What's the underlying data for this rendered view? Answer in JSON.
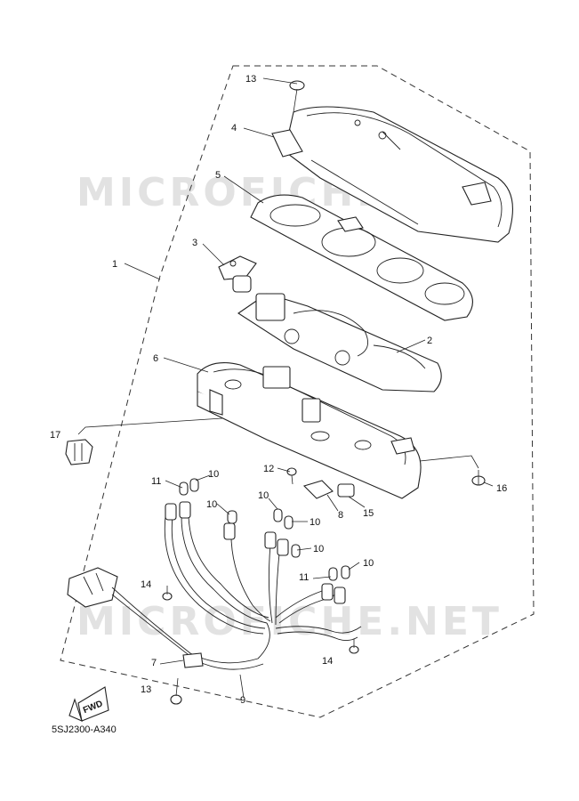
{
  "watermarks": [
    "MICROFICHE.NET",
    "MICROFICHE.NET"
  ],
  "diagram_code": "5SJ2300-A340",
  "fwd_label": "FWD",
  "callouts": [
    {
      "label": "13"
    },
    {
      "label": "4"
    },
    {
      "label": "5"
    },
    {
      "label": "3"
    },
    {
      "label": "1"
    },
    {
      "label": "2"
    },
    {
      "label": "6"
    },
    {
      "label": "17"
    },
    {
      "label": "12"
    },
    {
      "label": "16"
    },
    {
      "label": "11"
    },
    {
      "label": "10"
    },
    {
      "label": "10"
    },
    {
      "label": "8"
    },
    {
      "label": "15"
    },
    {
      "label": "10"
    },
    {
      "label": "10"
    },
    {
      "label": "10"
    },
    {
      "label": "10"
    },
    {
      "label": "11"
    },
    {
      "label": "14"
    },
    {
      "label": "14"
    },
    {
      "label": "7"
    },
    {
      "label": "13"
    },
    {
      "label": "9"
    }
  ]
}
